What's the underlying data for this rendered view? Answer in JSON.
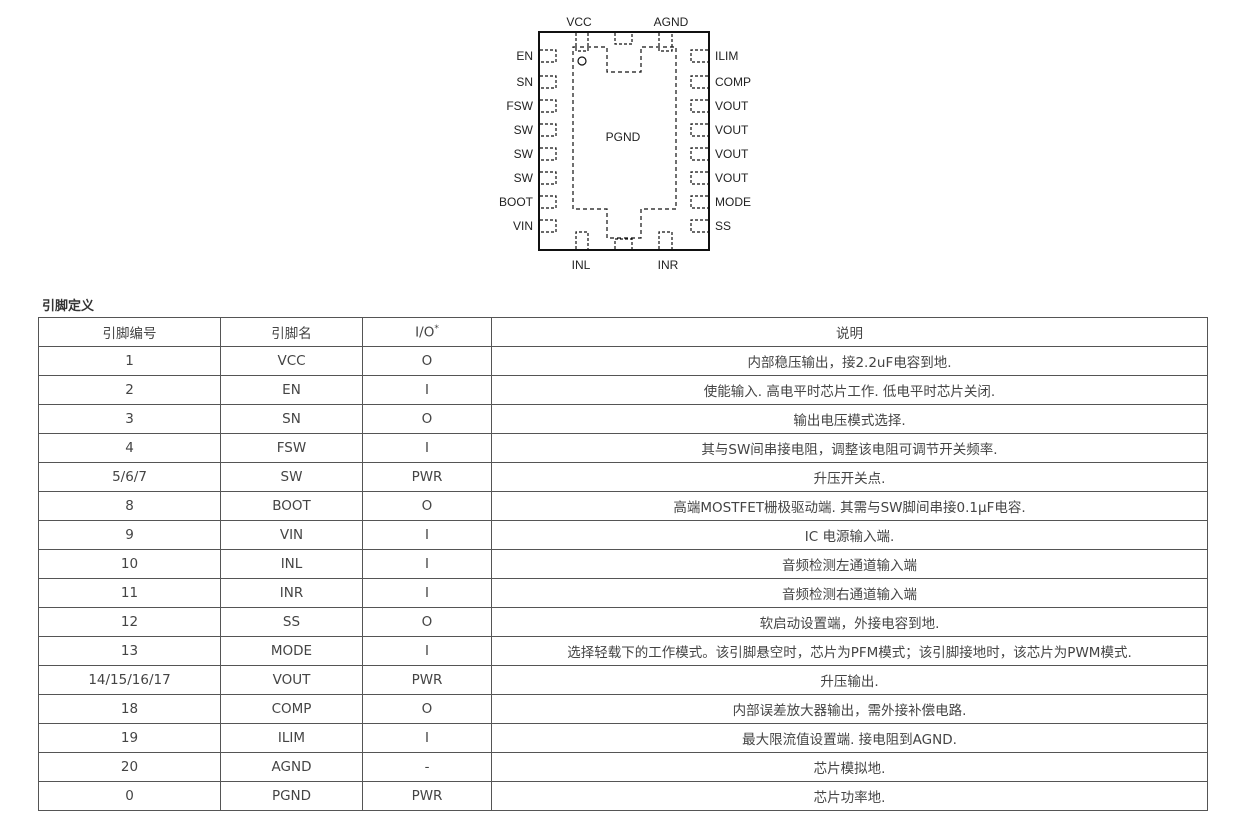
{
  "diagram": {
    "top_pins": [
      "VCC",
      "AGND"
    ],
    "bottom_pins": [
      "INL",
      "INR"
    ],
    "left_pins": [
      "EN",
      "SN",
      "FSW",
      "SW",
      "SW",
      "SW",
      "BOOT",
      "VIN"
    ],
    "right_pins": [
      "ILIM",
      "COMP",
      "VOUT",
      "VOUT",
      "VOUT",
      "VOUT",
      "MODE",
      "SS"
    ],
    "center_label": "PGND"
  },
  "section_title": "引脚定义",
  "table": {
    "headers": [
      "引脚编号",
      "引脚名",
      "I/O",
      "*",
      "说明"
    ],
    "rows": [
      {
        "num": "1",
        "name": "VCC",
        "io": "O",
        "desc": "内部稳压输出，接2.2uF电容到地."
      },
      {
        "num": "2",
        "name": "EN",
        "io": "I",
        "desc": "使能输入. 高电平时芯片工作. 低电平时芯片关闭."
      },
      {
        "num": "3",
        "name": "SN",
        "io": "O",
        "desc": "输出电压模式选择."
      },
      {
        "num": "4",
        "name": "FSW",
        "io": "I",
        "desc": "其与SW间串接电阻，调整该电阻可调节开关频率."
      },
      {
        "num": "5/6/7",
        "name": "SW",
        "io": "PWR",
        "desc": "升压开关点."
      },
      {
        "num": "8",
        "name": "BOOT",
        "io": "O",
        "desc": "高端MOSTFET栅极驱动端. 其需与SW脚间串接0.1μF电容."
      },
      {
        "num": "9",
        "name": "VIN",
        "io": "I",
        "desc": "IC 电源输入端."
      },
      {
        "num": "10",
        "name": "INL",
        "io": "I",
        "desc": "音频检测左通道输入端"
      },
      {
        "num": "11",
        "name": "INR",
        "io": "I",
        "desc": "音频检测右通道输入端"
      },
      {
        "num": "12",
        "name": "SS",
        "io": "O",
        "desc": "软启动设置端，外接电容到地."
      },
      {
        "num": "13",
        "name": "MODE",
        "io": "I",
        "desc": "选择轻载下的工作模式。该引脚悬空时，芯片为PFM模式；该引脚接地时，该芯片为PWM模式."
      },
      {
        "num": "14/15/16/17",
        "name": "VOUT",
        "io": "PWR",
        "desc": "升压输出."
      },
      {
        "num": "18",
        "name": "COMP",
        "io": "O",
        "desc": "内部误差放大器输出，需外接补偿电路."
      },
      {
        "num": "19",
        "name": "ILIM",
        "io": "I",
        "desc": "最大限流值设置端. 接电阻到AGND."
      },
      {
        "num": "20",
        "name": "AGND",
        "io": "-",
        "desc": "芯片模拟地."
      },
      {
        "num": "0",
        "name": "PGND",
        "io": "PWR",
        "desc": "芯片功率地."
      }
    ]
  }
}
